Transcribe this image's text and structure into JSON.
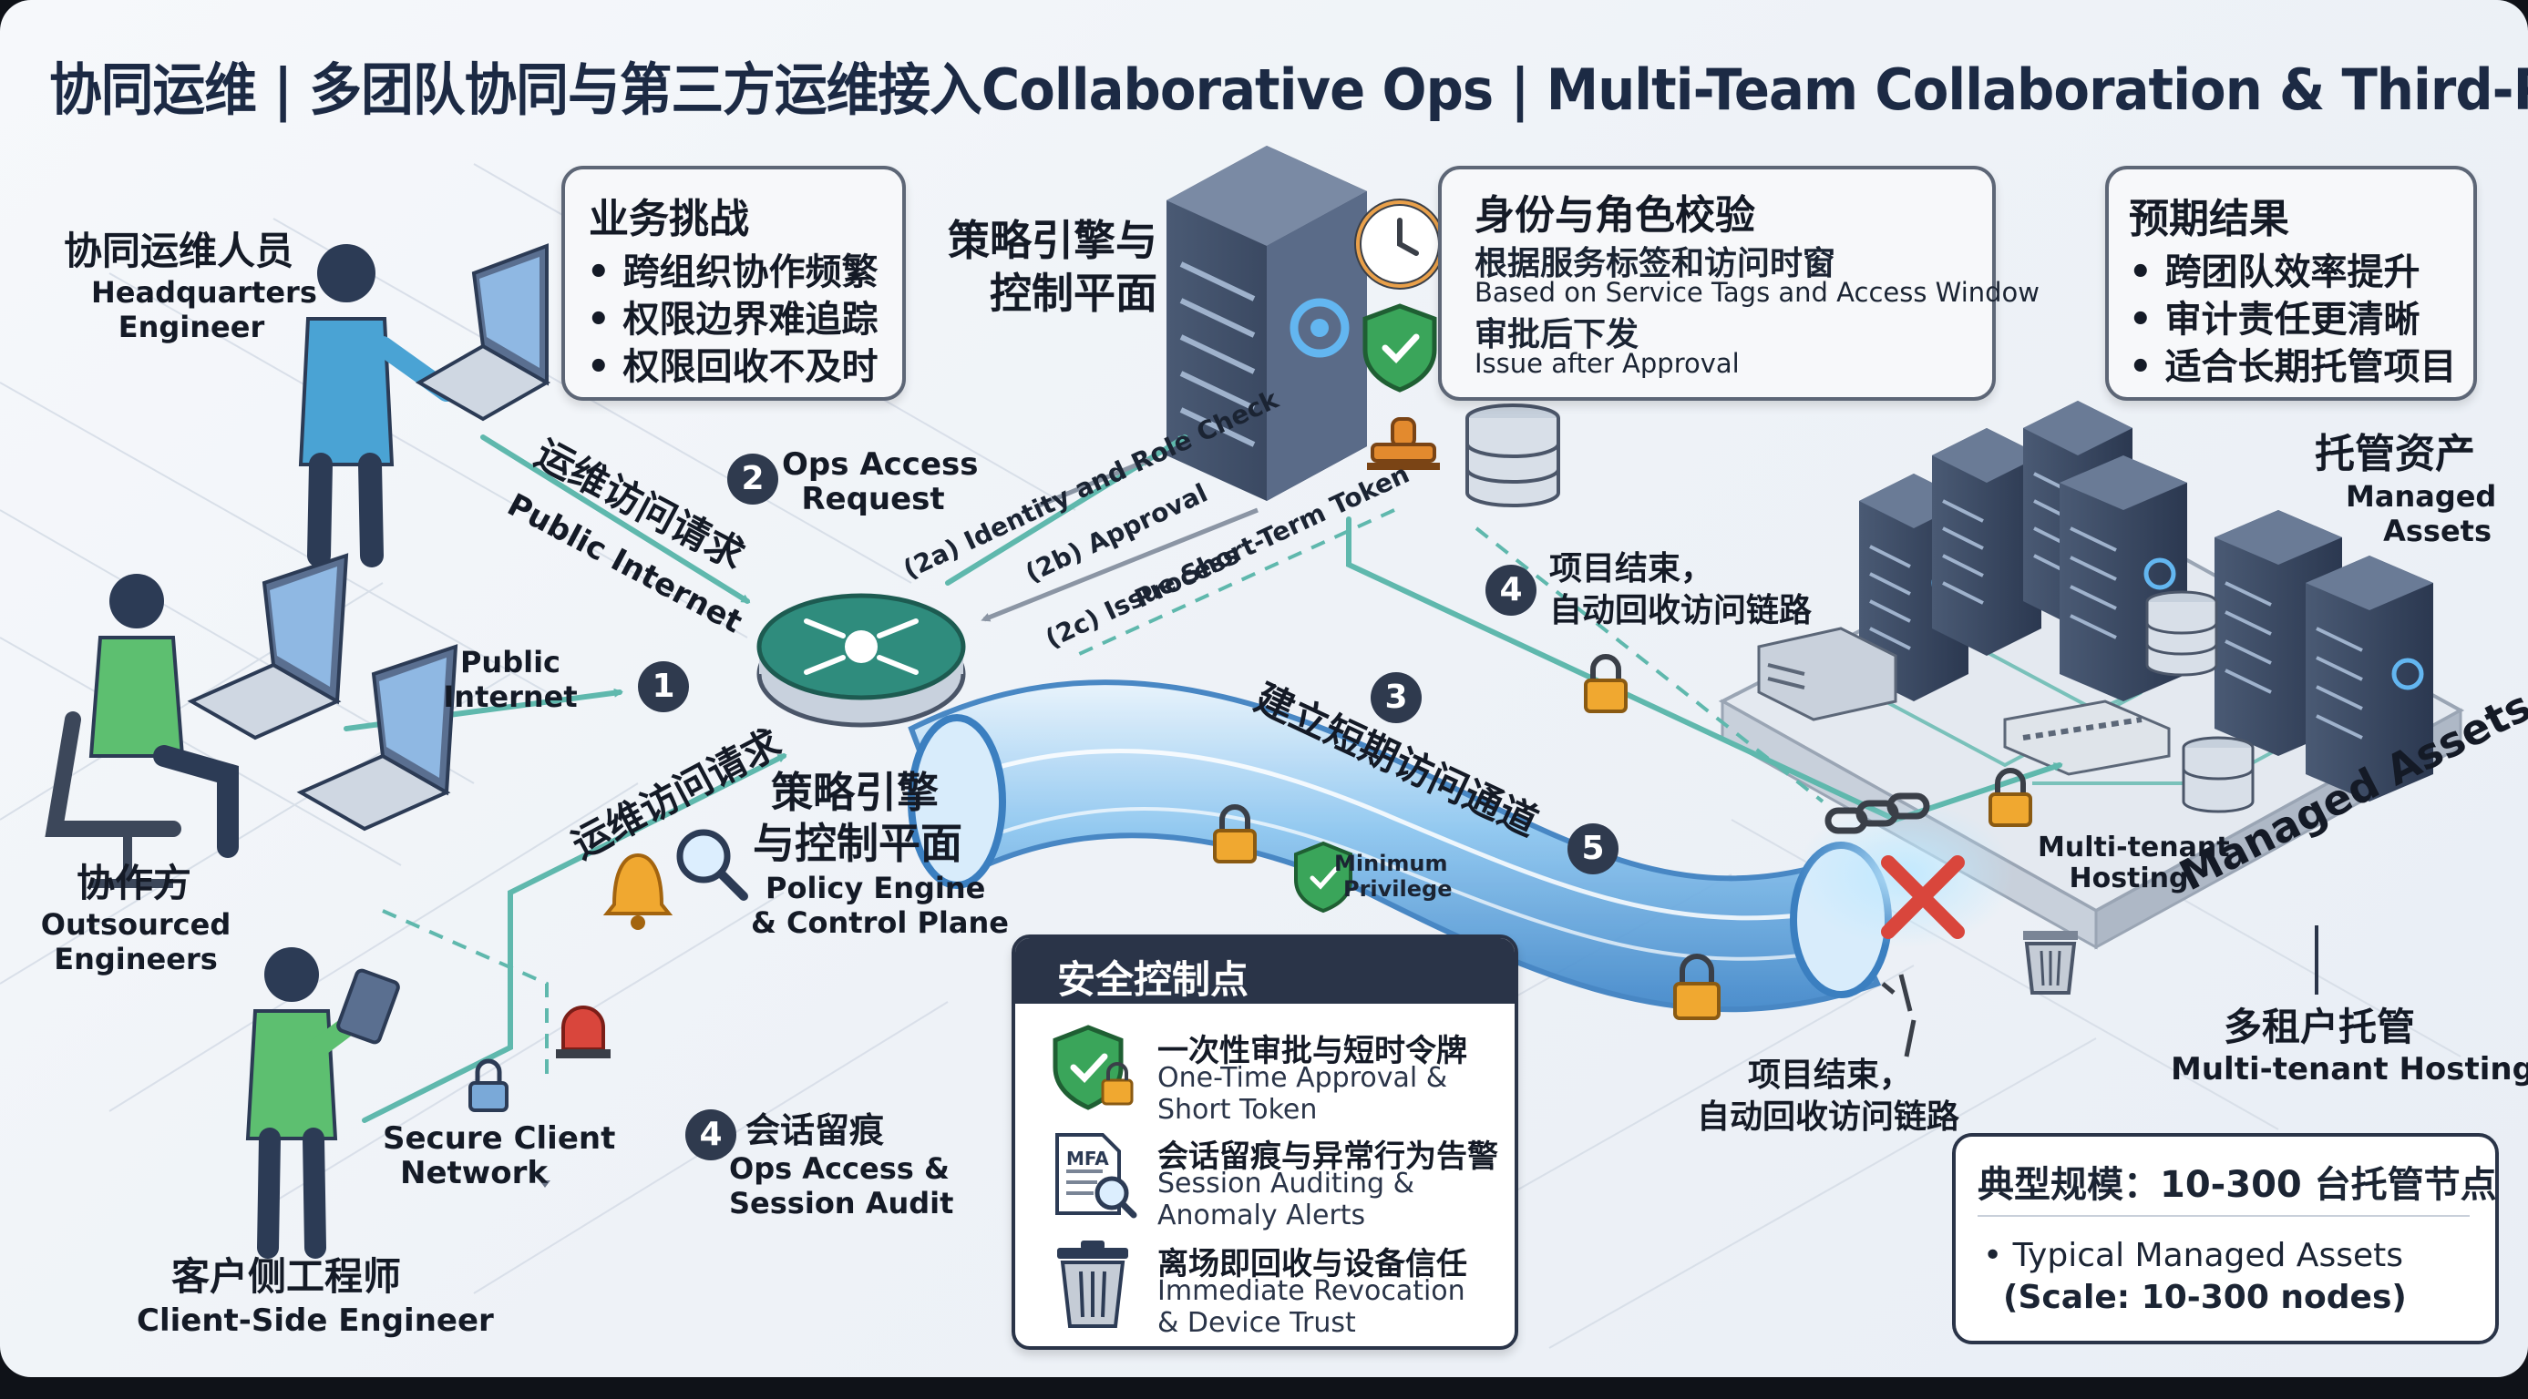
{
  "title": "协同运维 | 多团队协同与第三方运维接入Collaborative Ops | Multi-Team Collaboration & Third-Party Access",
  "actors": {
    "hq_zh": "协同运维人员",
    "hq_en_1": "Headquarters",
    "hq_en_2": "Engineer",
    "outsourced_zh": "协作方",
    "outsourced_en_1": "Outsourced",
    "outsourced_en_2": "Engineers",
    "client_zh": "客户侧工程师",
    "client_en": "Client-Side Engineer"
  },
  "challenges": {
    "title": "业务挑战",
    "items": [
      "• 跨组织协作频繁",
      "• 权限边界难追踪",
      "• 权限回收不及时"
    ]
  },
  "policy_engine_top": {
    "zh_1": "策略引擎与",
    "zh_2": "控制平面"
  },
  "identity": {
    "title": "身份与角色校验",
    "line1_zh": "根据服务标签和访问时窗",
    "line1_en": "Based on Service Tags and Access Window",
    "line2_zh": "审批后下发",
    "line2_en": "Issue after Approval"
  },
  "results": {
    "title": "预期结果",
    "items": [
      "• 跨团队效率提升",
      "• 审计责任更清晰",
      "• 适合长期托管项目"
    ]
  },
  "managed": {
    "zh": "托管资产",
    "en_1": "Managed",
    "en_2": "Assets",
    "platform_label": "Managed Assets",
    "multitenant_small_1": "Multi-tenant",
    "multitenant_small_2": "Hosting",
    "multitenant_zh": "多租户托管",
    "multitenant_en": "Multi-tenant Hosting"
  },
  "flow": {
    "step1": "1",
    "step2": "2",
    "step3": "3",
    "step4": "4",
    "step5": "5",
    "public_internet_1": "Public",
    "public_internet_2": "Internet",
    "ops_req_zh_diag": "运维访问请求",
    "public_internet_diag": "Public Internet",
    "ops_req_zh_lower": "运维访问请求",
    "ops_access_req_1": "Ops Access",
    "ops_access_req_2": "Request",
    "check_2a": "(2a) Identity and Role Check",
    "check_2b": "(2b) Approval",
    "check_2c_1": "(2c) Issue Short-Term Token",
    "check_2c_2": "Process",
    "tunnel_zh": "建立短期访问通道",
    "project_end_top_1": "项目结束，",
    "project_end_top_2": "自动回收访问链路",
    "project_end_bottom_1": "项目结束，",
    "project_end_bottom_2": "自动回收访问链路",
    "min_priv_1": "Minimum",
    "min_priv_2": "Privilege",
    "secure_net_1": "Secure Client",
    "secure_net_2": "Network",
    "audit_zh": "会话留痕",
    "audit_en_1": "Ops Access &",
    "audit_en_2": "Session Audit"
  },
  "policy_engine_center": {
    "zh_1": "策略引擎",
    "zh_2": "与控制平面",
    "en_1": "Policy Engine",
    "en_2": "& Control Plane"
  },
  "security": {
    "title": "安全控制点",
    "items": [
      {
        "zh": "一次性审批与短时令牌",
        "en_1": "One-Time Approval &",
        "en_2": "Short Token"
      },
      {
        "zh": "会话留痕与异常行为告警",
        "en_1": "Session Auditing &",
        "en_2": "Anomaly Alerts"
      },
      {
        "zh": "离场即回收与设备信任",
        "en_1": "Immediate Revocation",
        "en_2": "& Device Trust"
      }
    ],
    "mfa_label": "MFA"
  },
  "scale": {
    "title": "典型规模：10-300 台托管节点",
    "line1": "• Typical Managed Assets",
    "line2": "(Scale: 10-300 nodes)"
  },
  "colors": {
    "navy": "#2a3448",
    "teal": "#5fb8ad",
    "tunnel": "#74b8ea",
    "alert_red": "#d9463c",
    "lock_gold": "#f0a830"
  }
}
